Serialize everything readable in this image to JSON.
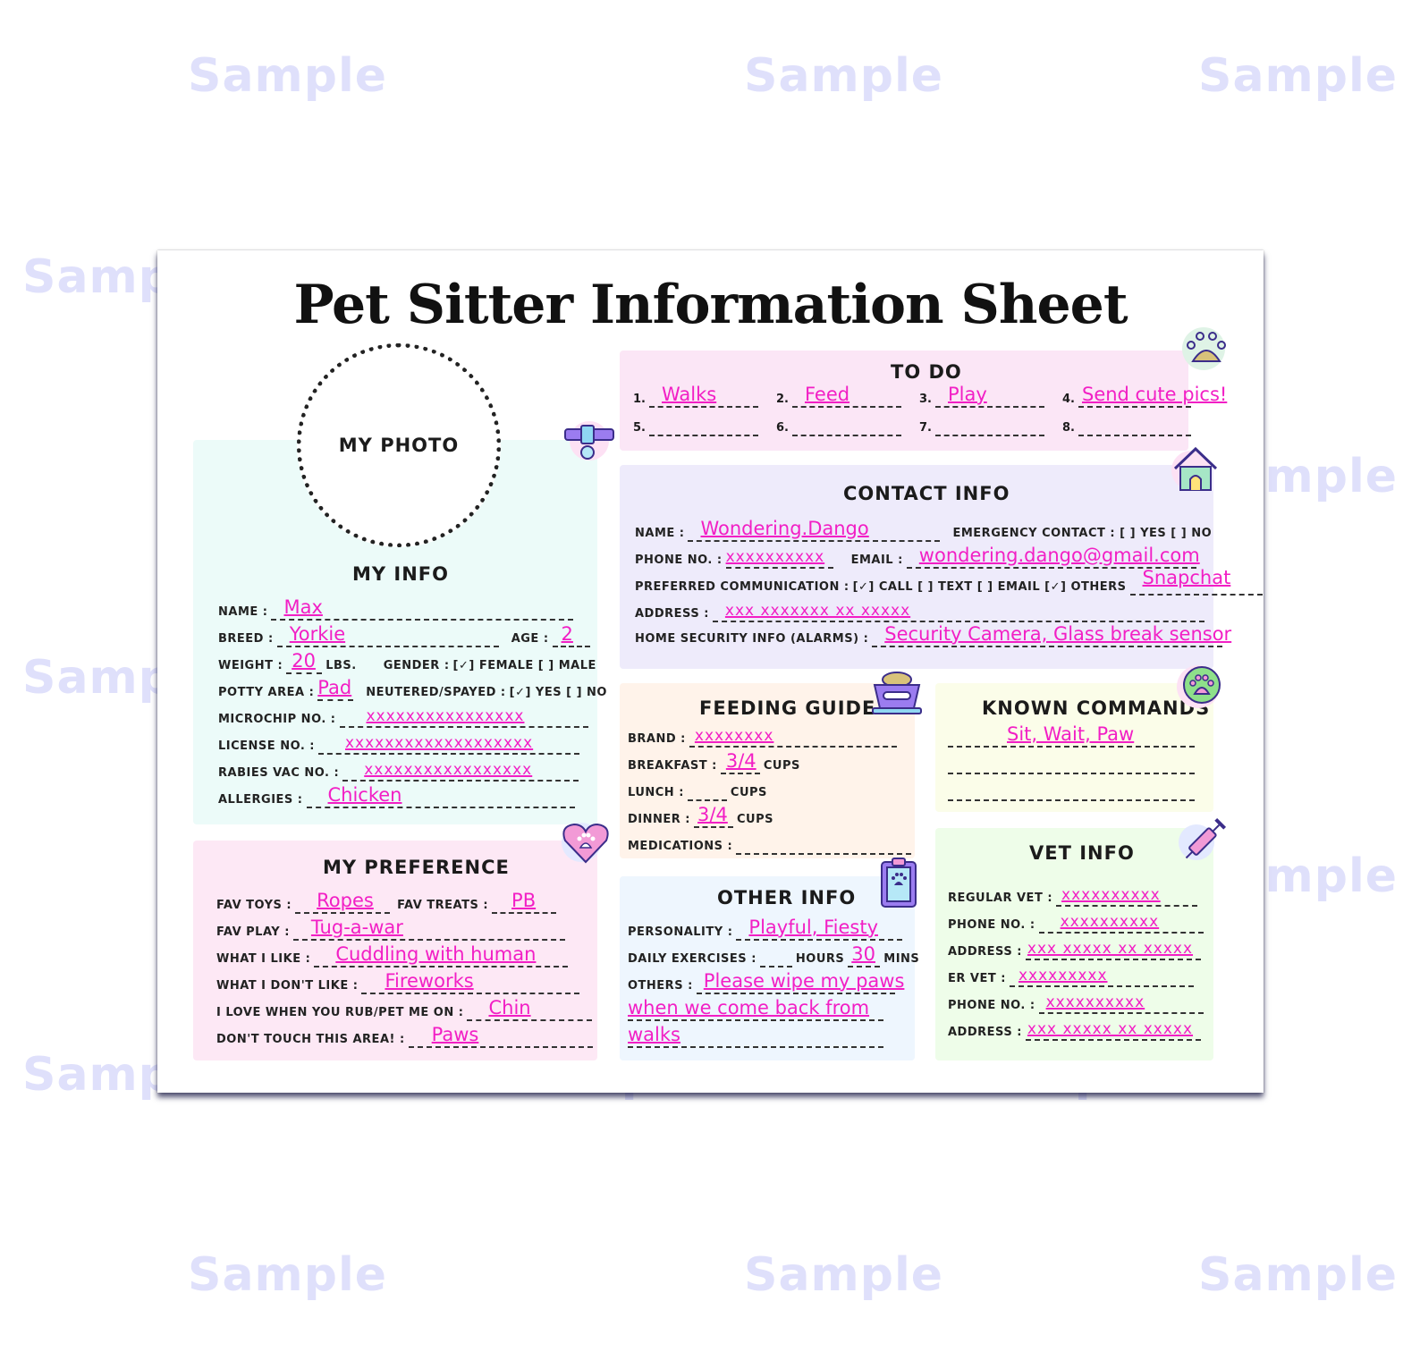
{
  "watermark": "Sample",
  "title": "Pet Sitter Information Sheet",
  "photo_label": "MY PHOTO",
  "todo": {
    "title": "TO DO",
    "items": [
      {
        "num": "1.",
        "value": "Walks"
      },
      {
        "num": "2.",
        "value": "Feed"
      },
      {
        "num": "3.",
        "value": "Play"
      },
      {
        "num": "4.",
        "value": "Send cute pics!"
      },
      {
        "num": "5.",
        "value": ""
      },
      {
        "num": "6.",
        "value": ""
      },
      {
        "num": "7.",
        "value": ""
      },
      {
        "num": "8.",
        "value": ""
      }
    ]
  },
  "contact": {
    "title": "CONTACT INFO",
    "name_label": "NAME :",
    "name": "Wondering.Dango",
    "emergency_label": "EMERGENCY CONTACT : [ ] YES [ ] NO",
    "phone_label": "PHONE NO. :",
    "phone": "xxxxxxxxxx",
    "email_label": "EMAIL :",
    "email": "wondering.dango@gmail.com",
    "pref_label": "PREFERRED COMMUNICATION :",
    "pref_options": "[✓] CALL [ ] TEXT [ ] EMAIL [✓] OTHERS",
    "pref_other": "Snapchat",
    "address_label": "ADDRESS :",
    "address": "xxx xxxxxxx xx xxxxx",
    "security_label": "HOME SECURITY INFO (ALARMS) :",
    "security": "Security Camera, Glass break sensor"
  },
  "my_info": {
    "title": "MY INFO",
    "name_label": "NAME :",
    "name": "Max",
    "breed_label": "BREED :",
    "breed": "Yorkie",
    "age_label": "AGE :",
    "age": "2",
    "weight_label": "WEIGHT :",
    "weight": "20",
    "weight_unit": "LBS.",
    "gender_label": "GENDER :",
    "gender_options": "[✓] FEMALE [ ] MALE",
    "potty_label": "POTTY AREA :",
    "potty": "Pad",
    "neutered_label": "NEUTERED/SPAYED :",
    "neutered_options": "[✓] YES [ ] NO",
    "microchip_label": "MICROCHIP NO. :",
    "microchip": "xxxxxxxxxxxxxxxx",
    "license_label": "LICENSE NO. :",
    "license": "xxxxxxxxxxxxxxxxxxx",
    "rabies_label": "RABIES VAC NO. :",
    "rabies": "xxxxxxxxxxxxxxxxx",
    "allergies_label": "ALLERGIES :",
    "allergies": "Chicken"
  },
  "feeding": {
    "title": "FEEDING GUIDE",
    "brand_label": "BRAND :",
    "brand": "xxxxxxxx",
    "breakfast_label": "BREAKFAST :",
    "breakfast": "3/4",
    "lunch_label": "LUNCH :",
    "lunch": "",
    "dinner_label": "DINNER :",
    "dinner": "3/4",
    "cups": "CUPS",
    "medications_label": "MEDICATIONS :",
    "medications": ""
  },
  "commands": {
    "title": "KNOWN COMMANDS",
    "lines": [
      "Sit, Wait, Paw",
      "",
      ""
    ]
  },
  "preference": {
    "title": "MY PREFERENCE",
    "toys_label": "FAV TOYS :",
    "toys": "Ropes",
    "treats_label": "FAV TREATS :",
    "treats": "PB",
    "play_label": "FAV PLAY :",
    "play": "Tug-a-war",
    "like_label": "WHAT I LIKE :",
    "like": "Cuddling with human",
    "dislike_label": "WHAT I DON'T LIKE :",
    "dislike": "Fireworks",
    "rub_label": "I LOVE WHEN YOU RUB/PET ME ON :",
    "rub": "Chin",
    "notouch_label": "DON'T TOUCH THIS AREA! :",
    "notouch": "Paws"
  },
  "other": {
    "title": "OTHER INFO",
    "personality_label": "PERSONALITY :",
    "personality": "Playful, Fiesty",
    "exercise_label": "DAILY EXERCISES :",
    "hours_label": "HOURS",
    "minutes": "30",
    "mins_label": "MINS",
    "others_label": "OTHERS :",
    "others_lines": [
      "Please wipe my paws",
      "when we come back from",
      "walks"
    ]
  },
  "vet": {
    "title": "VET INFO",
    "regular_label": "REGULAR VET :",
    "regular": "xxxxxxxxxx",
    "phone_label": "PHONE NO. :",
    "phone": "xxxxxxxxxx",
    "address_label": "ADDRESS :",
    "address": "xxx xxxxx xx xxxxx",
    "er_label": "ER VET :",
    "er": "xxxxxxxxx",
    "er_phone_label": "PHONE NO. :",
    "er_phone": "xxxxxxxxxx",
    "er_address_label": "ADDRESS :",
    "er_address": "xxx xxxxx xx xxxxx"
  },
  "colors": {
    "ink": "#f21fc5",
    "todo_bg": "#fbe6f6",
    "contact_bg": "#eeebfb",
    "myinfo_bg": "#ecfbf9",
    "feeding_bg": "#fff3ea",
    "commands_bg": "#fbfde9",
    "preference_bg": "#fde8f5",
    "other_bg": "#eef6fe",
    "vet_bg": "#eefde9"
  },
  "icons": [
    "collar-icon",
    "paw-print-icon",
    "dog-house-icon",
    "dog-bowl-icon",
    "paw-badge-icon",
    "heart-paw-icon",
    "clipboard-paw-icon",
    "syringe-icon"
  ]
}
